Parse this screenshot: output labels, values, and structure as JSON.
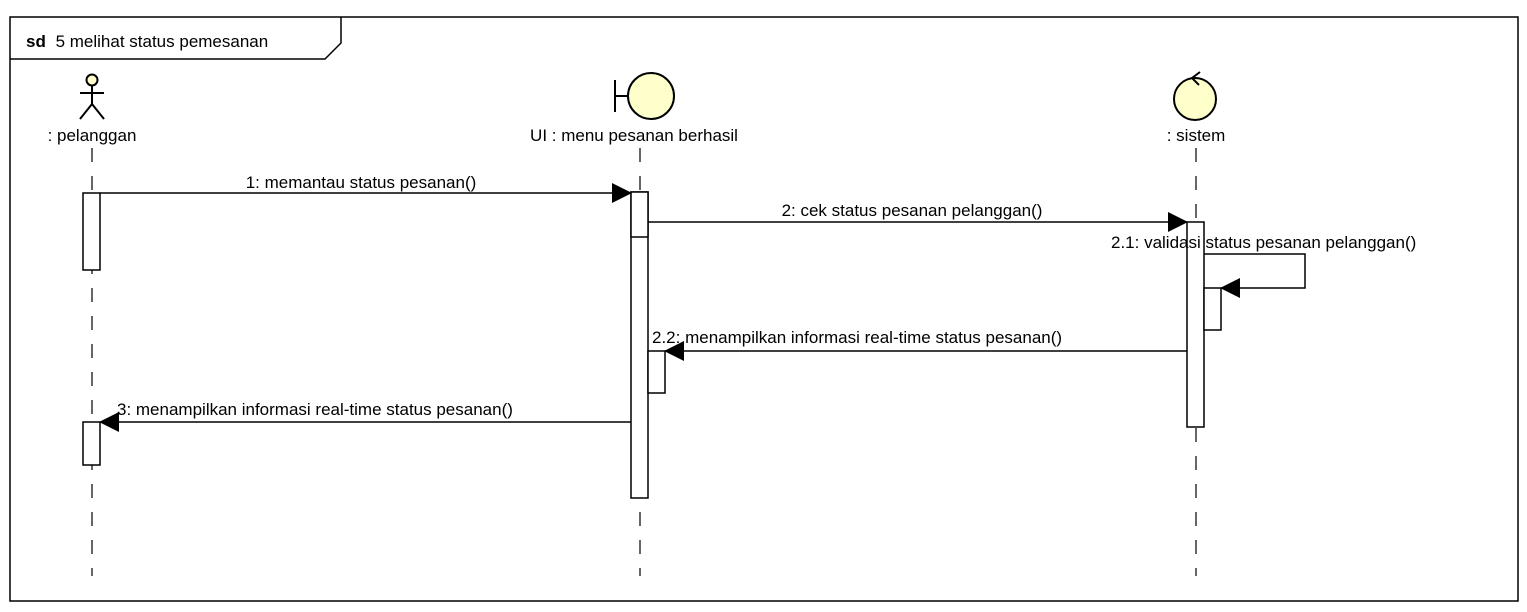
{
  "colors": {
    "line": "#000000",
    "lifeline_head_fill": "#ffffcc",
    "activation_fill": "#ffffff",
    "background": "#ffffff"
  },
  "frame": {
    "keyword": "sd",
    "name": "5 melihat status pemesanan"
  },
  "lifelines": [
    {
      "id": "pelanggan",
      "kind": "actor",
      "icon": "actor-icon",
      "label": ": pelanggan"
    },
    {
      "id": "ui",
      "kind": "boundary",
      "icon": "boundary-icon",
      "label": "UI : menu pesanan berhasil"
    },
    {
      "id": "sistem",
      "kind": "control",
      "icon": "control-icon",
      "label": ": sistem"
    }
  ],
  "messages": [
    {
      "from": "pelanggan",
      "to": "ui",
      "label": "1: memantau status pesanan()"
    },
    {
      "from": "ui",
      "to": "sistem",
      "label": "2: cek status pesanan pelanggan()"
    },
    {
      "from": "sistem",
      "to": "sistem",
      "label": "2.1: validasi status pesanan pelanggan()"
    },
    {
      "from": "sistem",
      "to": "ui",
      "label": "2.2: menampilkan informasi real-time status pesanan()"
    },
    {
      "from": "ui",
      "to": "pelanggan",
      "label": "3: menampilkan informasi real-time status pesanan()"
    }
  ]
}
